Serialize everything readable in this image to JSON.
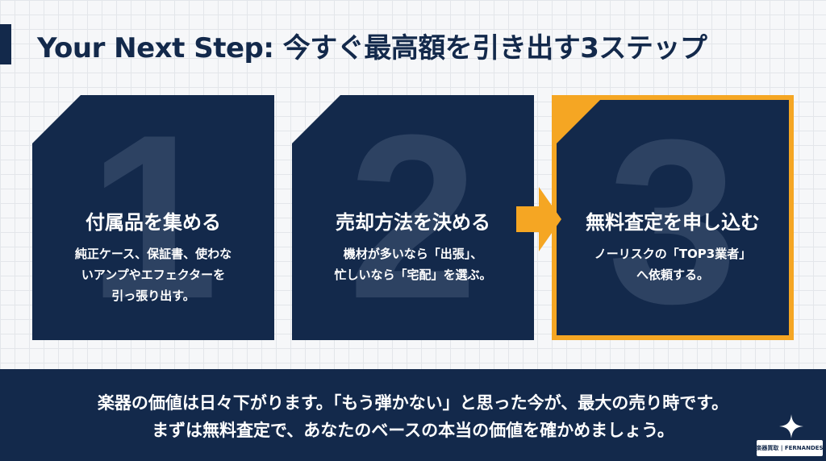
{
  "title": "Your Next Step: 今すぐ最高額を引き出す3ステップ",
  "steps": [
    {
      "number": "1",
      "title": "付属品を集める",
      "desc_lines": [
        "純正ケース、保証書、使わな",
        "いアンプやエフェクターを",
        "引っ張り出す。"
      ]
    },
    {
      "number": "2",
      "title": "売却方法を決める",
      "desc_lines": [
        "機材が多いなら「出張」、",
        "忙しいなら「宅配」を選ぶ。"
      ]
    },
    {
      "number": "3",
      "title": "無料査定を申し込む",
      "desc_lines": [
        "ノーリスクの「TOP3業者」",
        "へ依頼する。"
      ]
    }
  ],
  "banner": {
    "line1": "楽器の価値は日々下がります。「もう弾かない」と思った今が、最大の売り時です。",
    "line2": "まずは無料査定で、あなたのベースの本当の価値を確かめましょう。"
  },
  "logo_text": "楽器買取 | FERNANDES",
  "colors": {
    "navy": "#13294b",
    "accent": "#f5a623",
    "background": "#f6f7f9"
  },
  "icons": {
    "arrow": "arrow-right-icon",
    "sparkle": "sparkle-icon"
  }
}
